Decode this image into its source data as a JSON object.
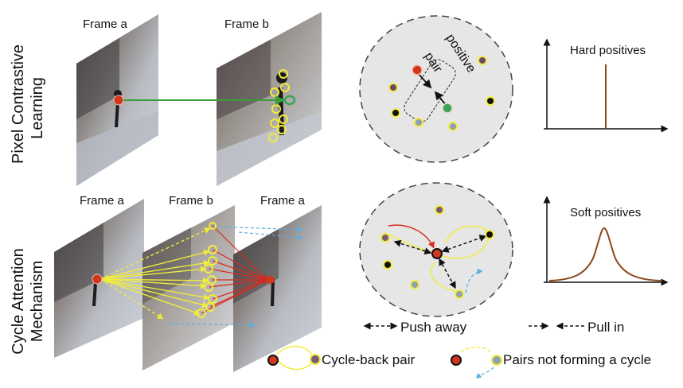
{
  "row_labels": {
    "top": [
      "Pixel Contrastive",
      "Learning"
    ],
    "bottom": [
      "Cycle Attention",
      "Mechanism"
    ]
  },
  "frames_top": [
    "Frame a",
    "Frame b"
  ],
  "frames_bottom": [
    "Frame a",
    "Frame b",
    "Frame a"
  ],
  "embedding_top": {
    "pair_label": "pair",
    "positive_label": "positive"
  },
  "plots": {
    "hard": {
      "title": "Hard positives"
    },
    "soft": {
      "title": "Soft positives"
    }
  },
  "legend": {
    "push_away": "Push away",
    "pull_in": "Pull in",
    "cycle_back": "Cycle-back pair",
    "not_cycle": "Pairs not forming a cycle"
  },
  "colors": {
    "anchor_red": "#d2371e",
    "positive_green": "#3aa655",
    "candidate_yellow": "#f2ec3a",
    "negative_dark": "#111111",
    "match_arrow_green": "#3a9e38",
    "cycle_red": "#d8281e",
    "dashed_blue": "#5aaee0",
    "curve_brown": "#8b4a1e",
    "ellipse_fill": "#e6e6e6"
  }
}
